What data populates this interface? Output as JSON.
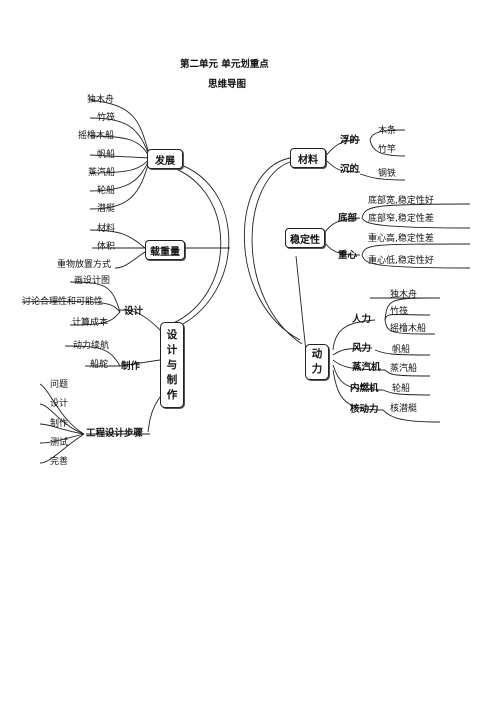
{
  "page": {
    "title": "第二单元  单元划重点",
    "subtitle": "思维导图"
  },
  "left": {
    "fazhan": {
      "label": "发展",
      "items": [
        "独木舟",
        "竹筏",
        "摇橹木船",
        "帆船",
        "蒸汽船",
        "轮船",
        "潜艇"
      ]
    },
    "zaizhong": {
      "label": "载重量",
      "items": [
        "材料",
        "体积",
        "重物放置方式"
      ]
    },
    "center": {
      "label": [
        "设",
        "计",
        "与",
        "制",
        "作"
      ]
    },
    "sheji": {
      "label": "设计",
      "items": [
        "画设计图",
        "讨论合理性和可能性",
        "计算成本"
      ]
    },
    "zhizuo": {
      "label": "制作",
      "items": [
        "动力续航",
        "船舵"
      ]
    },
    "steps": {
      "label": "工程设计步骤",
      "items": [
        "问题",
        "设计",
        "制作",
        "测试",
        "完善"
      ]
    }
  },
  "right": {
    "cailiao": {
      "label": "材料",
      "fu": "浮的",
      "fu_items": [
        "木条",
        "竹竿"
      ],
      "chen": "沉的",
      "chen_items": [
        "钢铁"
      ]
    },
    "wending": {
      "label": "稳定性",
      "dibu": "底部",
      "dibu_items": [
        "底部宽,稳定性好",
        "底部窄,稳定性差"
      ],
      "zhongxin": "重心",
      "zhongxin_items": [
        "重心高,稳定性差",
        "重心低,稳定性好"
      ]
    },
    "dongli": {
      "label": [
        "动",
        "力"
      ],
      "renli": "人力",
      "renli_items": [
        "独木舟",
        "竹筏",
        "摇橹木船"
      ],
      "fengli": "风力",
      "fengli_item": "帆船",
      "zhengqi": "蒸汽机",
      "zhengqi_item": "蒸汽船",
      "neiran": "内燃机",
      "neiran_item": "轮船",
      "he": "核动力",
      "he_item": "核潜艇"
    }
  }
}
